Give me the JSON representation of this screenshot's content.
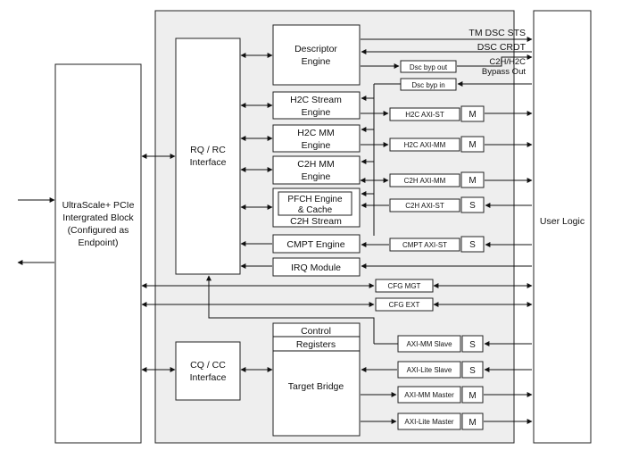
{
  "blocks": {
    "pcie": [
      "UltraScale+ PCIe",
      "Intergrated Block",
      "(Configured as",
      "Endpoint)"
    ],
    "rq_rc": [
      "RQ / RC",
      "Interface"
    ],
    "cq_cc": [
      "CQ / CC",
      "Interface"
    ],
    "descriptor": [
      "Descriptor",
      "Engine"
    ],
    "h2c_stream": [
      "H2C Stream",
      "Engine"
    ],
    "h2c_mm": [
      "H2C MM",
      "Engine"
    ],
    "c2h_mm": [
      "C2H MM",
      "Engine"
    ],
    "pfch": [
      "PFCH Engine",
      "& Cache"
    ],
    "c2h_stream": "C2H Stream",
    "cmpt": "CMPT Engine",
    "irq": "IRQ Module",
    "control_registers": [
      "Control",
      "Registers"
    ],
    "target_bridge": "Target Bridge",
    "user_logic": "User Logic"
  },
  "interfaces": {
    "dsc_byp_out": "Dsc byp out",
    "dsc_byp_in": "Dsc byp in",
    "h2c_axi_st": "H2C AXI-ST",
    "h2c_axi_mm": "H2C AXI-MM",
    "c2h_axi_mm": "C2H AXI-MM",
    "c2h_axi_st": "C2H AXI-ST",
    "cmpt_axi_st": "CMPT AXI-ST",
    "cfg_mgt": "CFG MGT",
    "cfg_ext": "CFG EXT",
    "axi_mm_slave": "AXI-MM Slave",
    "axi_lite_slave": "AXI-Lite Slave",
    "axi_mm_master": "AXI-MM Master",
    "axi_lite_master": "AXI-Lite Master"
  },
  "role_tags": {
    "master": "M",
    "slave": "S"
  },
  "signals": {
    "tm_dsc_sts": "TM DSC STS",
    "dsc_crdt": "DSC CRDT",
    "bypass_out": [
      "C2H/H2C",
      "Bypass Out"
    ]
  }
}
